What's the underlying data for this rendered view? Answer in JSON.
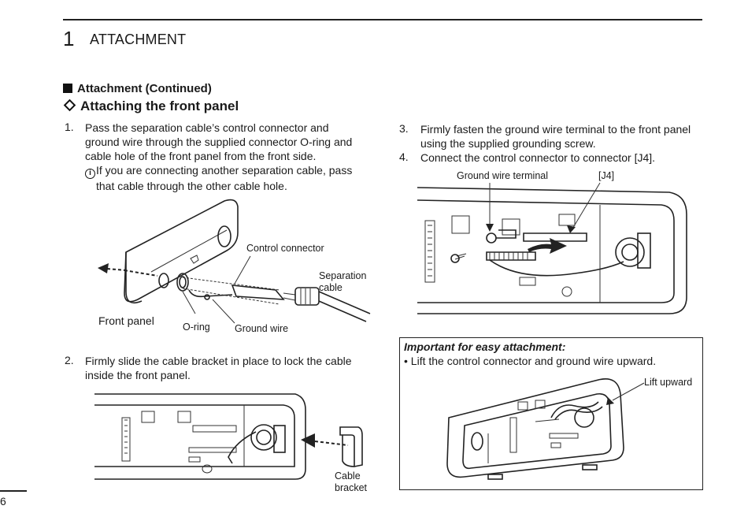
{
  "header": {
    "chapter_number": "1",
    "chapter_title": "ATTACHMENT"
  },
  "section_title": "Attachment (Continued)",
  "subsection_title": "Attaching the front panel",
  "steps": [
    {
      "num": "1.",
      "lines": [
        "Pass the separation cable’s control connector and",
        "ground wire through the supplied connector O-ring and",
        "cable hole of the front panel from the front side."
      ],
      "note_icon": "info-icon",
      "note_lines": [
        "If you are connecting another separation cable, pass",
        "that cable through the other cable hole."
      ]
    },
    {
      "num": "2.",
      "lines": [
        "Firmly slide the cable bracket in place to lock the cable",
        "inside the front panel."
      ]
    },
    {
      "num": "3.",
      "lines": [
        "Firmly fasten the ground wire terminal to the front panel",
        "using the supplied grounding screw."
      ]
    },
    {
      "num": "4.",
      "lines": [
        "Connect the control connector to connector [J4]."
      ]
    }
  ],
  "figure1_labels": {
    "control_connector": "Control connector",
    "separation_cable_1": "Separation",
    "separation_cable_2": "cable",
    "front_panel": "Front panel",
    "o_ring": "O-ring",
    "ground_wire": "Ground wire"
  },
  "figure2_labels": {
    "cable_bracket_1": "Cable",
    "cable_bracket_2": "bracket"
  },
  "figure3_labels": {
    "ground_wire_terminal": "Ground wire terminal",
    "j4": "[J4]"
  },
  "important": {
    "title": "Important for easy attachment:",
    "text": "• Lift the control connector and ground wire upward.",
    "lift_label": "Lift upward"
  },
  "footer": {
    "page_number": "6"
  }
}
